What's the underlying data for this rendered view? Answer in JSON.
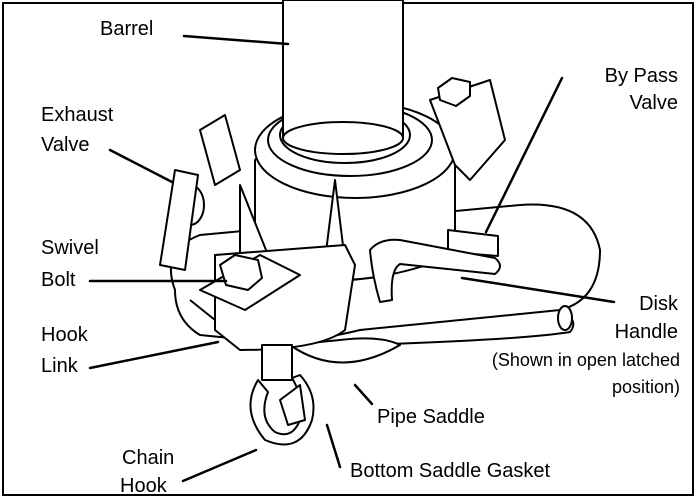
{
  "labels": {
    "barrel": "Barrel",
    "bypass_line1": "By Pass",
    "bypass_line2": "Valve",
    "exhaust_line1": "Exhaust",
    "exhaust_line2": "Valve",
    "swivel_line1": "Swivel",
    "swivel_line2": "Bolt",
    "disk_line1": "Disk",
    "disk_line2": "Handle",
    "disk_note_line1": "(Shown  in open latched",
    "disk_note_line2": "position)",
    "hook_link_line1": "Hook",
    "hook_link_line2": "Link",
    "pipe_saddle": "Pipe Saddle",
    "chain_line1": "Chain",
    "chain_line2": "Hook",
    "gasket": "Bottom Saddle Gasket"
  }
}
